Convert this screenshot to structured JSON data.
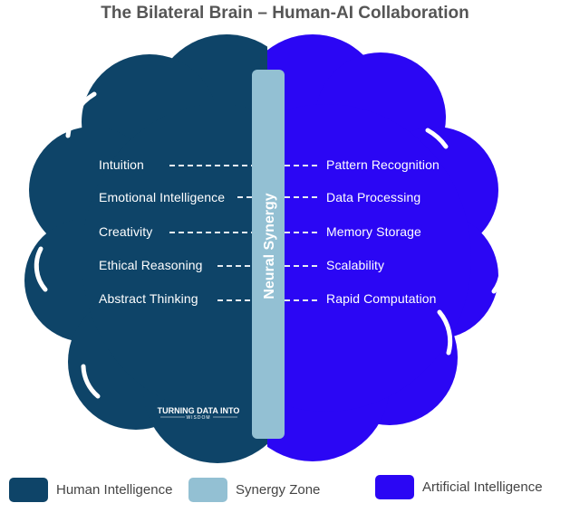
{
  "title": "The Bilateral Brain – Human-AI Collaboration",
  "colors": {
    "human": "#0e4468",
    "synergy": "#93c0d3",
    "ai": "#2b06f4",
    "connector": "#e6ecf2"
  },
  "center_label": "Neural Synergy",
  "human_traits": [
    "Intuition",
    "Emotional Intelligence",
    "Creativity",
    "Ethical Reasoning",
    "Abstract Thinking"
  ],
  "ai_traits": [
    "Pattern Recognition",
    "Data Processing",
    "Memory Storage",
    "Scalability",
    "Rapid Computation"
  ],
  "logo": {
    "line1": "TURNING DATA INTO",
    "line2": "WISDOM"
  },
  "legend": [
    {
      "label": "Human Intelligence",
      "color": "#0e4468"
    },
    {
      "label": "Synergy Zone",
      "color": "#93c0d3"
    },
    {
      "label": "Artificial Intelligence",
      "color": "#2b06f4"
    }
  ]
}
